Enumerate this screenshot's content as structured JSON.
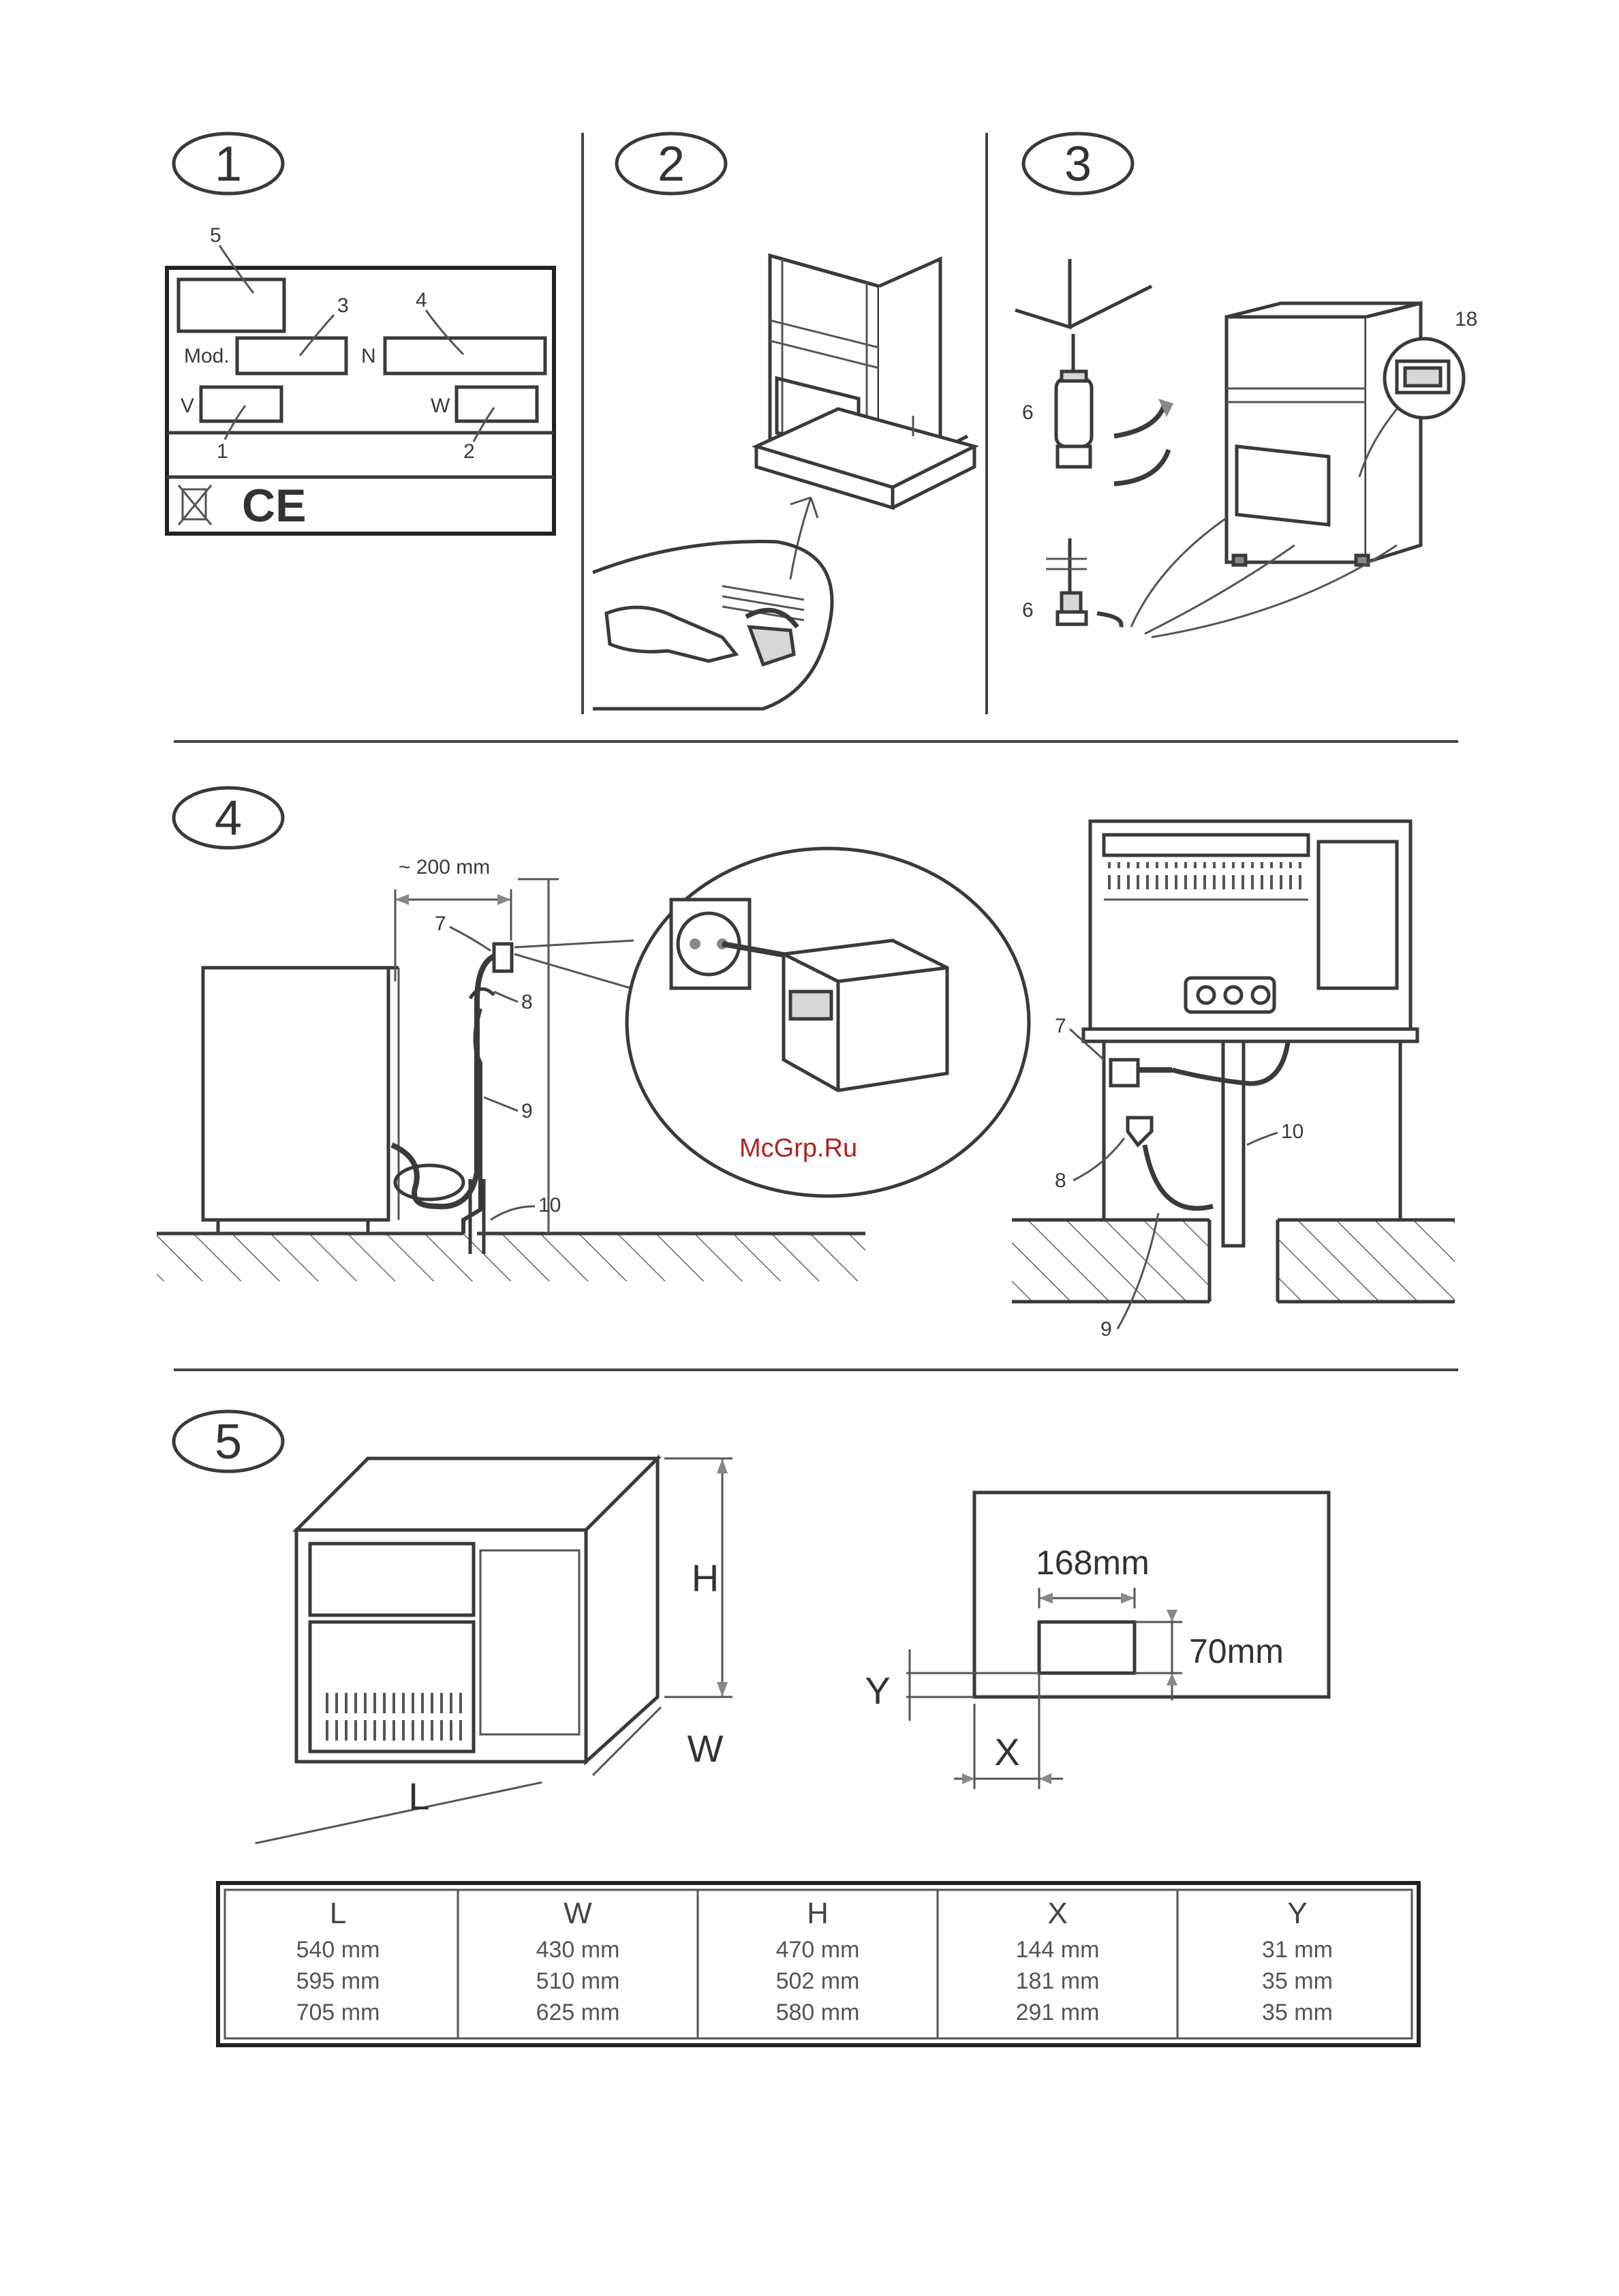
{
  "panels": {
    "p1": "1",
    "p2": "2",
    "p3": "3",
    "p4": "4",
    "p5": "5"
  },
  "plate": {
    "mod": "Mod.",
    "n": "N",
    "v": "V",
    "w": "W",
    "ce": "CE",
    "callouts": [
      "5",
      "3",
      "4",
      "1",
      "2"
    ]
  },
  "panel3": {
    "callout_18": "18",
    "callout_6a": "6",
    "callout_6b": "6"
  },
  "panel4": {
    "dim_200": "~ 200 mm",
    "callouts_left": [
      "7",
      "8",
      "9",
      "10"
    ],
    "callouts_right": [
      "7",
      "8",
      "10",
      "9"
    ]
  },
  "watermark": "McGrp.Ru",
  "panel5": {
    "H": "H",
    "W": "W",
    "L": "L",
    "X": "X",
    "Y": "Y",
    "dim_168": "168mm",
    "dim_70": "70mm"
  },
  "table": {
    "headers": [
      "L",
      "W",
      "H",
      "X",
      "Y"
    ],
    "rows": [
      [
        "540 mm",
        "430 mm",
        "470 mm",
        "144 mm",
        "31 mm"
      ],
      [
        "595 mm",
        "510 mm",
        "502 mm",
        "181 mm",
        "35 mm"
      ],
      [
        "705 mm",
        "625 mm",
        "580 mm",
        "291 mm",
        "35 mm"
      ]
    ]
  }
}
